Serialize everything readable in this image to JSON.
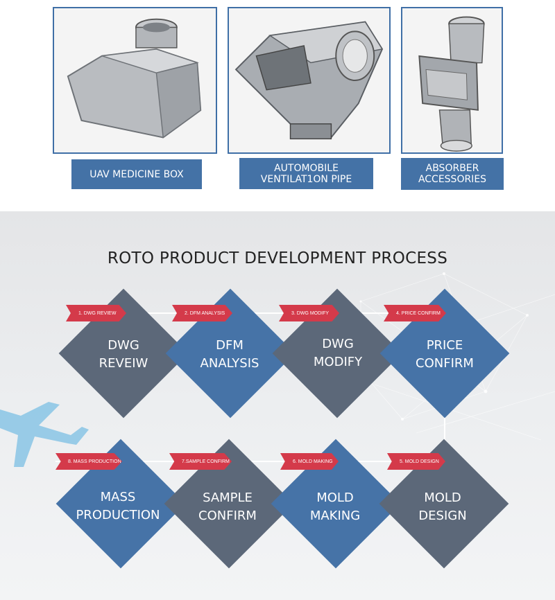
{
  "products": [
    {
      "caption": "UAV MEDICINE BOX"
    },
    {
      "caption": "AUTOMOBILE VENTILAT1ON PIPE"
    },
    {
      "caption": "ABSORBER ACCESSORIES"
    }
  ],
  "process": {
    "title": "ROTO PRODUCT DEVELOPMENT PROCESS",
    "steps": [
      {
        "tag": "1. DWG REVIEW",
        "line1": "DWG",
        "line2": "REVEIW",
        "color": "#5c6879"
      },
      {
        "tag": "2. DFM ANALYSIS",
        "line1": "DFM",
        "line2": "ANALYSIS",
        "color": "#4673a7"
      },
      {
        "tag": "3. DWG MODIFY",
        "line1": "DWG",
        "line2": "MODIFY",
        "color": "#5c6879"
      },
      {
        "tag": "4. PRICE CONFIRM",
        "line1": "PRICE",
        "line2": "CONFIRM",
        "color": "#4673a7"
      },
      {
        "tag": "5. MOLD DESIGN",
        "line1": "MOLD",
        "line2": "DESIGN",
        "color": "#5c6879"
      },
      {
        "tag": "6. MOLD MAKING",
        "line1": "MOLD",
        "line2": "MAKING",
        "color": "#4673a7"
      },
      {
        "tag": "7.SAMPLE CONFIRM",
        "line1": "SAMPLE",
        "line2": "CONFIRM",
        "color": "#5c6879"
      },
      {
        "tag": "8. MASS PRODUCTION",
        "line1": "MASS",
        "line2": "PRODUCTION",
        "color": "#4673a7"
      }
    ]
  },
  "colors": {
    "caption_bg": "#4472a6",
    "tag_red": "#d43a4a",
    "diamond_gray": "#5c6879",
    "diamond_blue": "#4673a7"
  }
}
